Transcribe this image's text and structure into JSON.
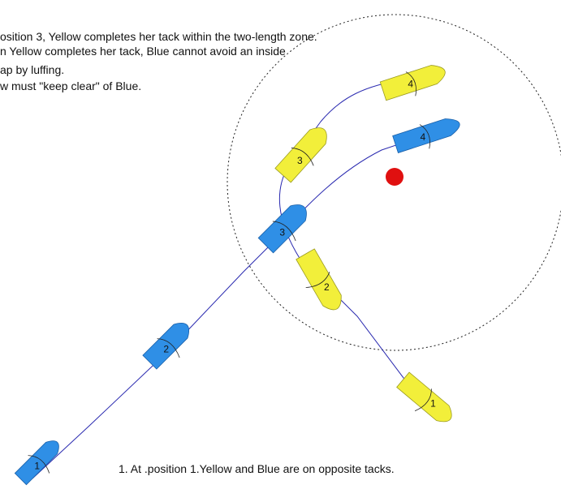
{
  "notes": {
    "line1": "osition 3, Yellow completes her tack within the two-length zone.",
    "line2": "n Yellow completes her tack, Blue cannot avoid an inside",
    "line3": "ap by luffing.",
    "line4": "w must \"keep clear\" of Blue.",
    "caption": "1. At .position 1.Yellow and Blue are on opposite tacks."
  },
  "boats": {
    "blue": {
      "color": "#2f8fe6",
      "labels": [
        "1",
        "2",
        "3",
        "4"
      ]
    },
    "yellow": {
      "color": "#f2ef3a",
      "labels": [
        "1",
        "2",
        "3",
        "4"
      ]
    }
  },
  "mark": {
    "color": "#e01010"
  },
  "zone": {
    "style": "dotted circle"
  }
}
